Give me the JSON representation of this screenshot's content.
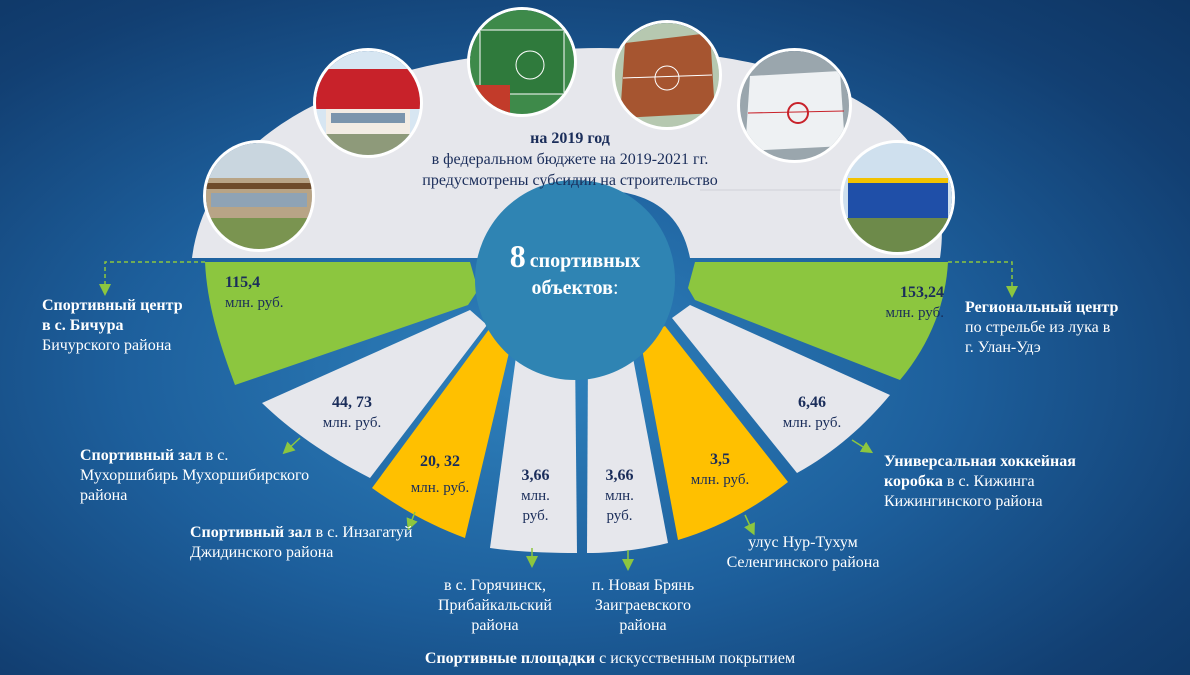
{
  "top_text": {
    "line1": "на 2019 год",
    "line2": "в федеральном бюджете на 2019-2021 гг.",
    "line3": "предусмотрены субсидии на строительство"
  },
  "center": {
    "count": "8",
    "line1": "спортивных",
    "line2": "объектов",
    "colon": ":"
  },
  "colors": {
    "green": "#8cc63f",
    "yellow": "#ffc000",
    "light_gray": "#e6e7ec",
    "center_circle": "#2f84b3",
    "background": "#1d5f9c"
  },
  "segments": [
    {
      "value": "115,4",
      "unit": "млн. руб.",
      "color": "green",
      "label_bold": "Спортивный центр",
      "label_bold2": "в с. Бичура",
      "label_rest": "Бичурского района"
    },
    {
      "value": "44, 73",
      "unit": "млн. руб.",
      "color": "light_gray",
      "label_bold": "Спортивный зал",
      "label_rest1": " в с.",
      "label_rest2": "Мухоршибирь Мухоршибирского",
      "label_rest3": "района"
    },
    {
      "value": "20, 32",
      "unit": "млн. руб.",
      "color": "yellow",
      "label_bold": "Спортивный зал",
      "label_rest1": " в с. Инзагатуй",
      "label_rest2": "Джидинского района"
    },
    {
      "value": "3,66",
      "unit_line1": "млн.",
      "unit_line2": "руб.",
      "color": "light_gray",
      "label_line1": "в с. Горячинск,",
      "label_line2": "Прибайкальский",
      "label_line3": "района"
    },
    {
      "value": "3,66",
      "unit_line1": "млн.",
      "unit_line2": "руб.",
      "color": "light_gray",
      "label_line1": "п. Новая Брянь",
      "label_line2": "Заиграевского",
      "label_line3": "района"
    },
    {
      "value": "3,5",
      "unit": "млн. руб.",
      "color": "yellow",
      "label_line1": "улус Нур-Тухум",
      "label_line2": "Селенгинского района"
    },
    {
      "value": "6,46",
      "unit": "млн. руб.",
      "color": "light_gray",
      "label_bold1": "Универсальная хоккейная",
      "label_bold2": "коробка",
      "label_rest1": " в с. Кижинга",
      "label_rest2": "Кижингинского района"
    },
    {
      "value": "153,24",
      "unit": "млн. руб.",
      "color": "green",
      "label_bold": "Региональный центр",
      "label_rest1": "по стрельбе из лука в",
      "label_rest2": "г. Улан-Удэ"
    }
  ],
  "bottom": {
    "bold": "Спортивные площадки",
    "rest": " с искусственным покрытием"
  },
  "photos": [
    "sports-center-photo",
    "red-building-photo",
    "football-field-photo",
    "basketball-court-photo",
    "hockey-rink-photo",
    "blue-building-photo"
  ]
}
